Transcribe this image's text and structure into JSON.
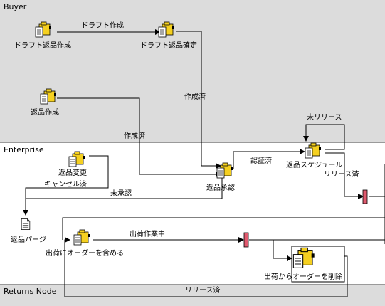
{
  "lanes": {
    "buyer": "Buyer",
    "enterprise": "Enterprise",
    "returns_node": "Returns Node"
  },
  "nodes": {
    "draft_create": "ドラフト返品作成",
    "draft_confirm": "ドラフト返品確定",
    "return_create": "返品作成",
    "return_change": "返品変更",
    "return_approve": "返品承認",
    "return_schedule": "返品スケジュール",
    "return_purge": "返品パージ",
    "include_in_shipment": "出荷にオーダーを含める",
    "remove_from_shipment": "出荷からオーダーを削除"
  },
  "edges": {
    "draft_created": "ドラフト作成",
    "created_1": "作成済",
    "created_2": "作成済",
    "authorized": "認証済",
    "unreleased": "未リリース",
    "released_1": "リリース済",
    "cancelled": "キャンセル済",
    "unapproved": "未承認",
    "shipping_in_progress": "出荷作業中",
    "released_2": "リリース済"
  }
}
